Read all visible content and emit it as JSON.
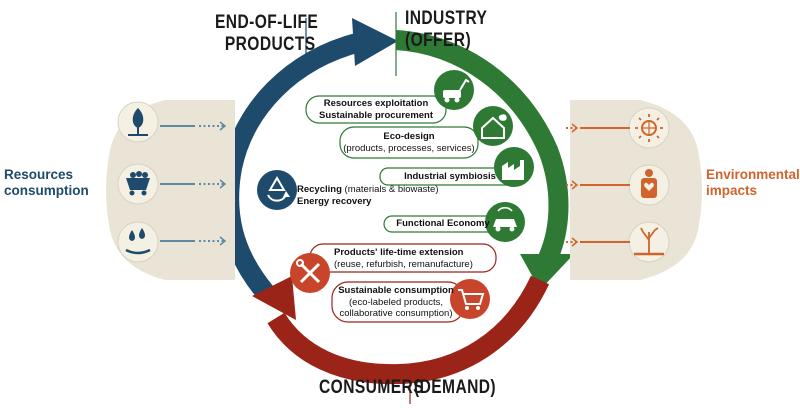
{
  "headings": {
    "end_of_life_line1": "END-OF-LIFE",
    "end_of_life_line2": "PRODUCTS",
    "industry_line1": "INDUSTRY",
    "industry_line2": "(OFFER)",
    "consumers": "CONSUMERS",
    "demand": "(DEMAND)"
  },
  "left_panel": {
    "title_line1": "Resources",
    "title_line2": "consumption",
    "icons": [
      "tree-icon",
      "mine-cart-icon",
      "water-drops-icon"
    ]
  },
  "right_panel": {
    "title_line1": "Environmental",
    "title_line2": "impacts",
    "icons": [
      "sun-globe-icon",
      "person-health-icon",
      "dead-tree-icon"
    ]
  },
  "strategies": {
    "resources_exploitation": "Resources exploitation",
    "sustainable_procurement": "Sustainable procurement",
    "eco_design": "Eco-design",
    "eco_design_detail": "(products, processes, services)",
    "industrial_symbiosis": "Industrial symbiosis",
    "functional_economy": "Functional Economy",
    "recycling": "Recycling",
    "recycling_detail": "(materials & biowaste)",
    "energy_recovery": "Energy recovery",
    "lifetime_extension": "Products' life-time extension",
    "lifetime_extension_detail": "(reuse, refurbish, remanufacture)",
    "sustainable_consumption": "Sustainable consumption",
    "sustainable_consumption_detail1": "(eco-labeled products,",
    "sustainable_consumption_detail2": "collaborative consumption)"
  },
  "colors": {
    "navy": "#1e4a6b",
    "green": "#2e7a34",
    "red": "#9b2418",
    "teal": "#5e8aa0",
    "orange": "#d0642c",
    "panel": "#e9e4d6"
  }
}
